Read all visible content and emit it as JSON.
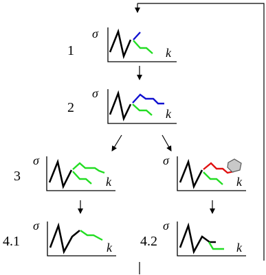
{
  "axis": {
    "y_symbol": "σ",
    "x_symbol": "k"
  },
  "colors": {
    "black": "#000000",
    "blue": "#1010d0",
    "green": "#22dd22",
    "red": "#e01010",
    "obstacle_fill": "#c8c8c8",
    "obstacle_stroke": "#555555"
  },
  "steps": [
    {
      "id": "1",
      "label": "1"
    },
    {
      "id": "2",
      "label": "2"
    },
    {
      "id": "3",
      "label": "3"
    },
    {
      "id": "3b",
      "label": ""
    },
    {
      "id": "4.1",
      "label": "4.1"
    },
    {
      "id": "4.2",
      "label": "4.2"
    }
  ]
}
